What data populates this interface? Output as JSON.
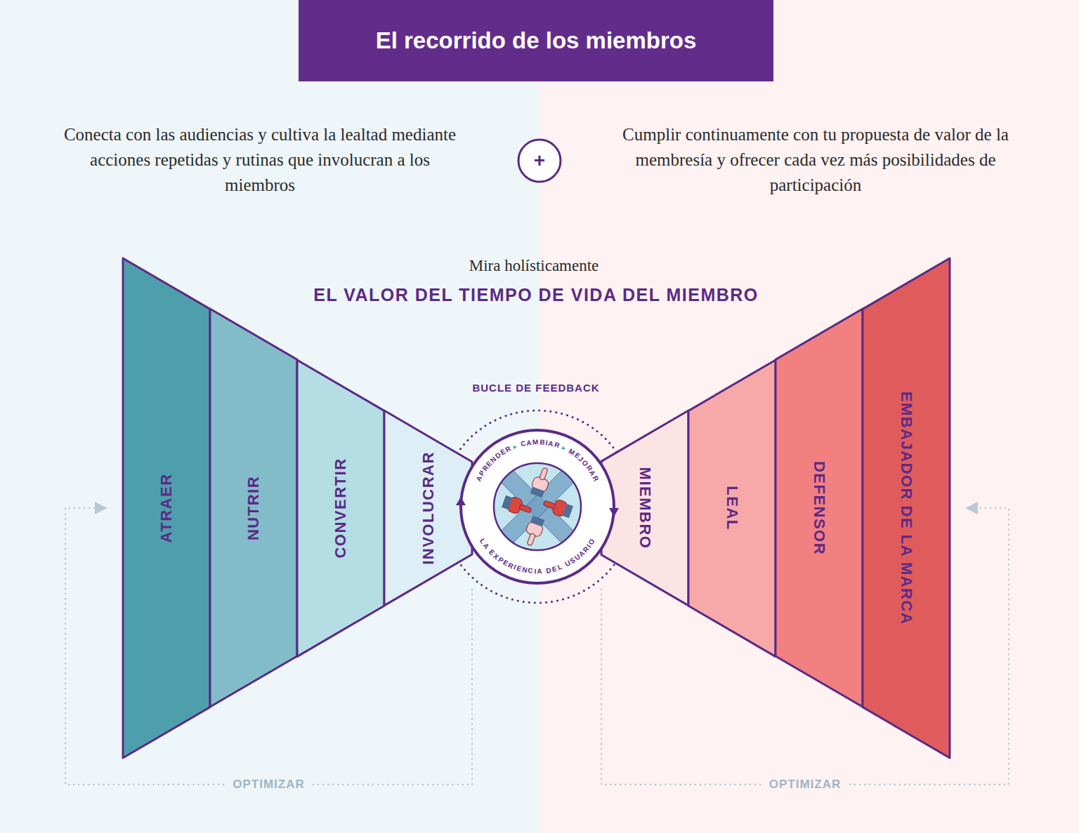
{
  "diagram": {
    "title": "El recorrido de los miembros",
    "nodes": [
      {
        "text": [
          "+"
        ]
      },
      {
        "text": [
          "ATRAER"
        ]
      },
      {
        "text": [
          "NUTRIR"
        ]
      },
      {
        "text": [
          "CONVERTIR"
        ]
      },
      {
        "text": [
          "INVOLUCRAR"
        ]
      },
      {
        "text": [
          "APRENDER ▸ CAMBIAR ▸ MEJORAR",
          "LA EXPERIENCIA DEL USUARIO"
        ]
      },
      {
        "text": [
          "MIEMBRO"
        ]
      },
      {
        "text": [
          "LEAL"
        ]
      },
      {
        "text": [
          "DEFENSOR"
        ]
      },
      {
        "text": [
          "EMBAJADOR DE LA MARCA"
        ]
      }
    ],
    "edges": [
      {
        "from": 5,
        "to": 1,
        "label": "OPTIMIZAR",
        "arrow": "to"
      },
      {
        "from": 5,
        "to": 9,
        "label": "OPTIMIZAR",
        "arrow": "to"
      }
    ],
    "labels": [
      "Conecta con las audiencias y cultiva la lealtad mediante acciones repetidas y rutinas que involucran a los miembros",
      "Cumplir continuamente con tu propuesta de valor de la membresía y ofrecer cada vez más posibilidades de participación",
      "Mira holísticamente",
      "EL VALOR DEL TIEMPO DE VIDA DEL MIEMBRO",
      "BUCLE DE FEEDBACK"
    ]
  }
}
